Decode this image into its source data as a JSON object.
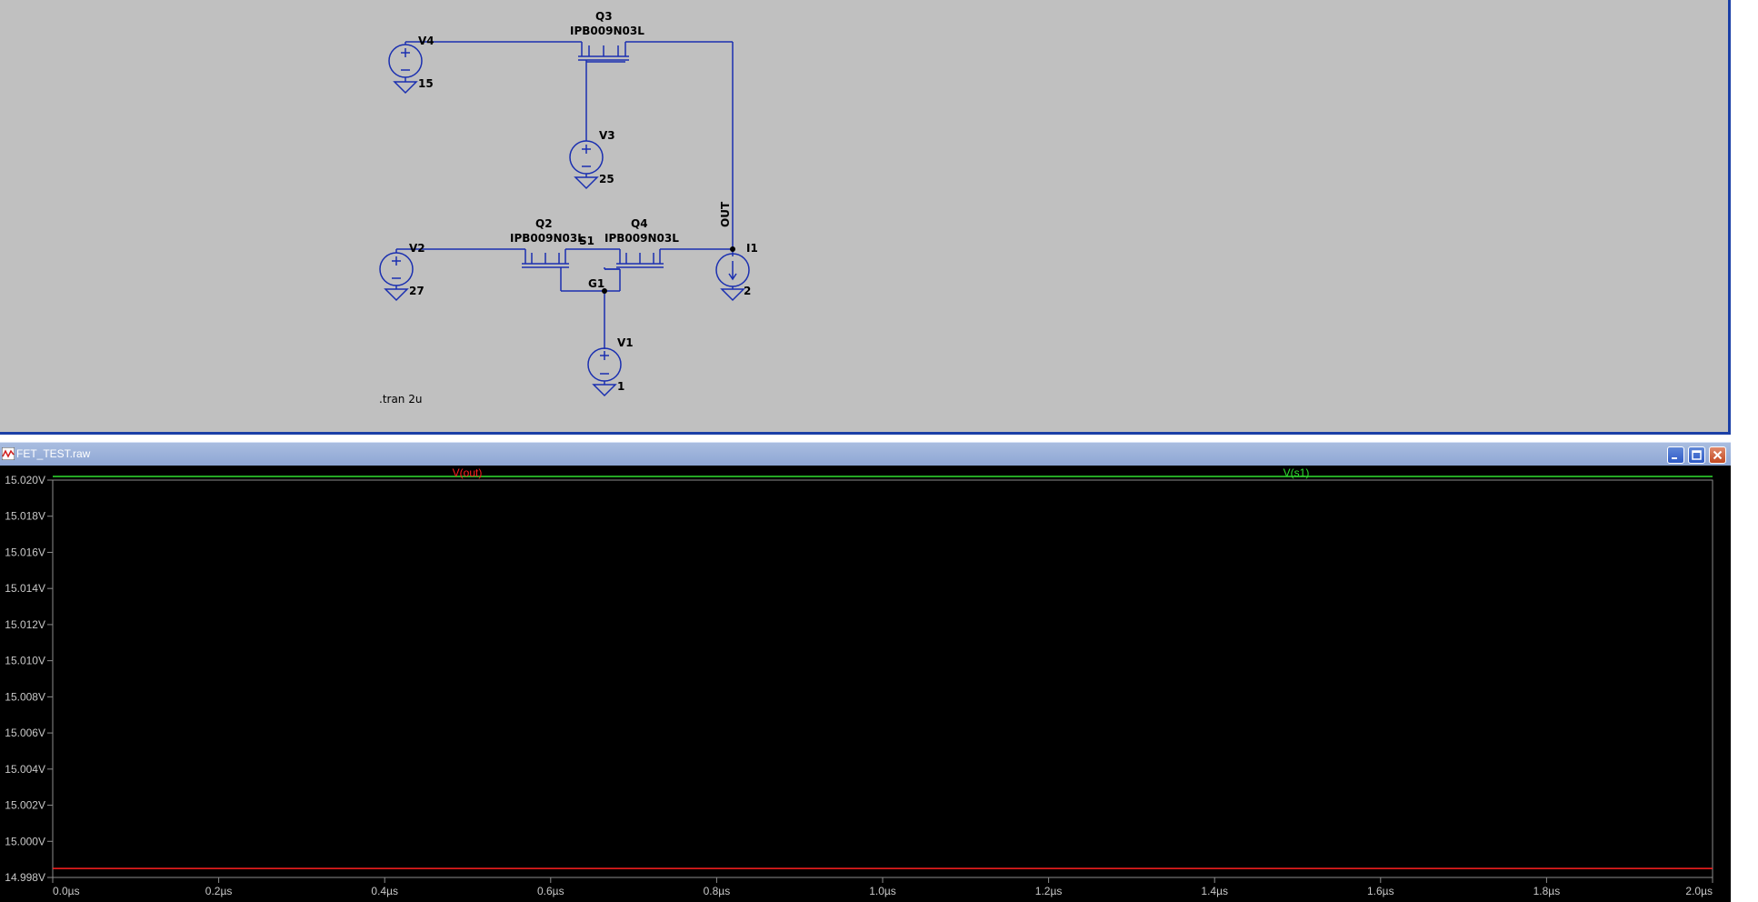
{
  "schematic": {
    "components": [
      {
        "id": "V4",
        "value": "15"
      },
      {
        "id": "V3",
        "value": "25"
      },
      {
        "id": "V2",
        "value": "27"
      },
      {
        "id": "V1",
        "value": "1"
      },
      {
        "id": "I1",
        "value": "2"
      }
    ],
    "transistors": [
      {
        "id": "Q3",
        "model": "IPB009N03L"
      },
      {
        "id": "Q2",
        "model": "IPB009N03L"
      },
      {
        "id": "Q4",
        "model": "IPB009N03L"
      }
    ],
    "net_labels": {
      "out": "OUT",
      "s1": "S1",
      "g1": "G1"
    },
    "directive": ".tran 2u"
  },
  "plot_window": {
    "title": "FET_TEST.raw",
    "title_icon": "waveform-icon",
    "buttons": [
      "minimize-icon",
      "maximize-icon",
      "close-icon"
    ]
  },
  "chart_data": {
    "type": "line",
    "series": [
      {
        "name": "V(out)",
        "color": "#ff2020",
        "x": [
          0,
          2.0
        ],
        "y": [
          14.9985,
          14.9985
        ]
      },
      {
        "name": "V(s1)",
        "color": "#30e030",
        "x": [
          0,
          2.0
        ],
        "y": [
          15.0202,
          15.0202
        ]
      }
    ],
    "x_ticks": [
      "0.0µs",
      "0.2µs",
      "0.4µs",
      "0.6µs",
      "0.8µs",
      "1.0µs",
      "1.2µs",
      "1.4µs",
      "1.6µs",
      "1.8µs",
      "2.0µs"
    ],
    "y_ticks": [
      "14.998V",
      "15.000V",
      "15.002V",
      "15.004V",
      "15.006V",
      "15.008V",
      "15.010V",
      "15.012V",
      "15.014V",
      "15.016V",
      "15.018V",
      "15.020V"
    ],
    "xlim": [
      0,
      2.0
    ],
    "ylim": [
      14.998,
      15.02
    ],
    "grid": false,
    "legend_placement": "top"
  },
  "colors": {
    "wire": "#1a2fb0",
    "schematic_bg": "#c0c0c0",
    "plot_bg": "#000000",
    "plot_frame": "#8c8c8c"
  }
}
